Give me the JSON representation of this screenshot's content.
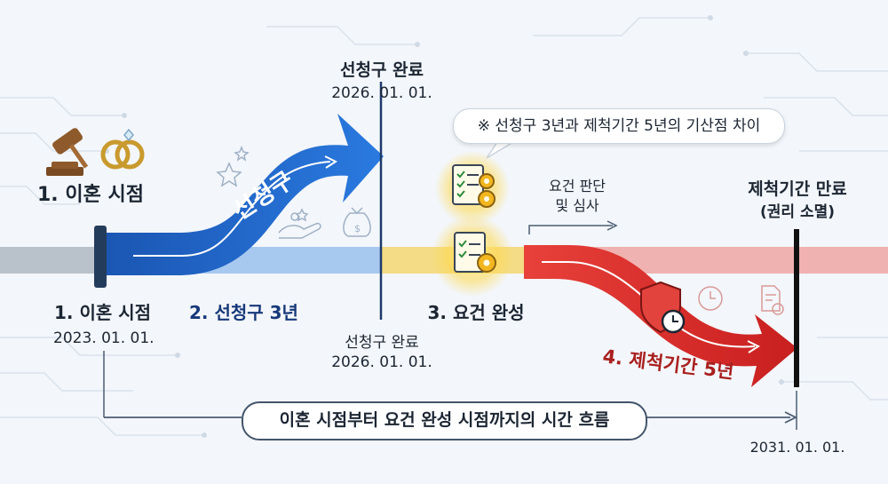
{
  "stage1": {
    "title_top": "1. 이혼 시점",
    "title_bottom": "1. 이혼 시점",
    "date": "2023. 01. 01."
  },
  "stage2": {
    "arrow_label": "선청구",
    "title": "2. 선청구 3년"
  },
  "claim_complete": {
    "title_top": "선청구 완료",
    "date_top": "2026. 01. 01.",
    "title_bottom": "선청구 완료",
    "date_bottom": "2026. 01. 01."
  },
  "callout": "※ 선청구 3년과 제척기간 5년의 기산점 차이",
  "stage3": {
    "title": "3. 요건 완성",
    "review_line1": "요건 판단",
    "review_line2": "및 심사"
  },
  "stage4": {
    "title": "4. 제척기간 5년",
    "end_title": "제척기간 만료",
    "end_sub": "(권리 소멸)",
    "end_date": "2031. 01. 01."
  },
  "flow_label": "이혼 시점부터 요건 완성 시점까지의 시간 흐름",
  "colors": {
    "blue": "#1e63c6",
    "red": "#d9302c",
    "dark_blue": "#17397a",
    "dark_red": "#a91f1f",
    "gold": "#f2b61f"
  },
  "icons": [
    "gavel-icon",
    "rings-icon",
    "star-icon",
    "hand-coins-icon",
    "money-bag-icon",
    "checklist-gear-icon",
    "document-gear-icon",
    "shield-clock-icon",
    "clock-icon",
    "document-check-icon"
  ]
}
